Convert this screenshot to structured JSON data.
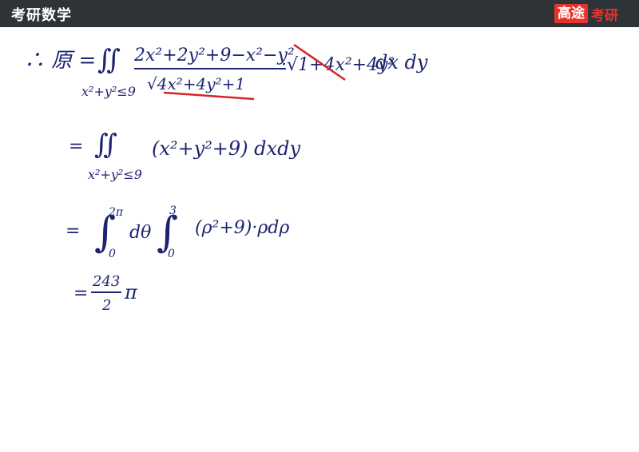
{
  "header": {
    "title": "考研数学",
    "logo_box": "高途",
    "logo_text": "考研"
  },
  "whiteboard": {
    "line1": {
      "lead": "∴ 原 =",
      "integral": "∬",
      "region": "x²+y²≤9",
      "numerator": "2x²+2y²+9−x²−y²",
      "denominator": "√4x²+4y²+1",
      "factor": "·√1+4x²+4y²",
      "diff": "dx dy"
    },
    "line2": {
      "eq": "=",
      "integral": "∬",
      "region": "x²+y²≤9",
      "body": "(x²+y²+9) dxdy"
    },
    "line3": {
      "eq": "=",
      "int1": "∫",
      "int1_upper": "2π",
      "int1_lower": "0",
      "dtheta": "dθ",
      "int2": "∫",
      "int2_upper": "3",
      "int2_lower": "0",
      "body": "(ρ²+9)·ρdρ"
    },
    "line4": {
      "eq": "=",
      "numerator": "243",
      "denominator": "2",
      "suffix": "π"
    },
    "colors": {
      "ink": "#1c2470",
      "strike": "#d8232a"
    }
  }
}
